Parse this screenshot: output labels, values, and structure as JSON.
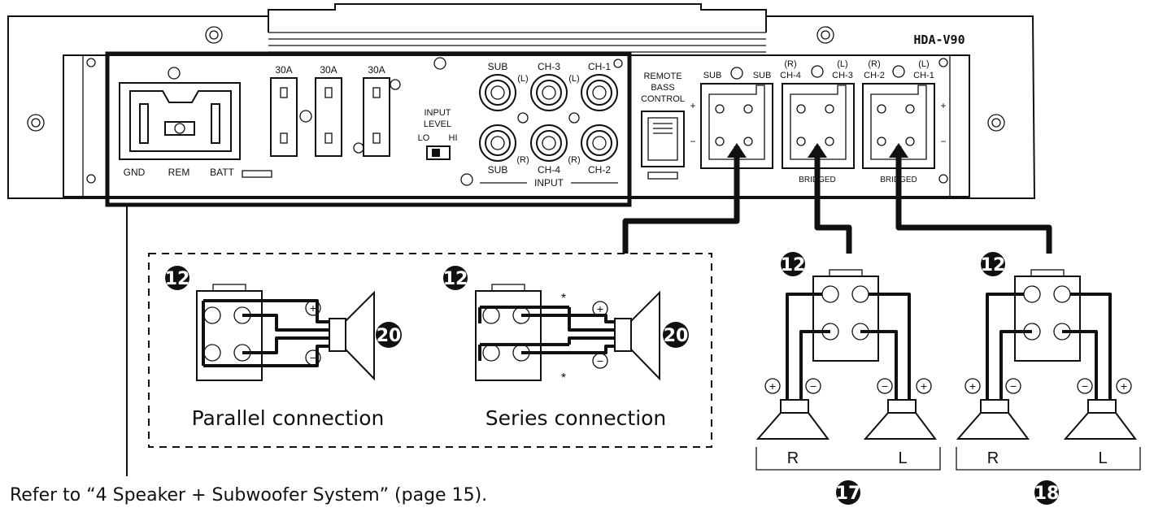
{
  "model": "HDA-V90",
  "power_terminals": {
    "gnd": "GND",
    "rem": "REM",
    "batt": "BATT"
  },
  "fuses": [
    "30A",
    "30A",
    "30A"
  ],
  "input_level": {
    "title_line1": "INPUT",
    "title_line2": "LEVEL",
    "lo": "LO",
    "hi": "HI"
  },
  "rca_inputs": {
    "top": [
      "SUB",
      "CH-3",
      "CH-1"
    ],
    "bottom": [
      "SUB",
      "CH-4",
      "CH-2"
    ],
    "left_marks": [
      "(L)",
      "(L)"
    ],
    "right_marks": [
      "(R)",
      "(R)"
    ],
    "group_label": "INPUT"
  },
  "remote_bass": [
    "REMOTE",
    "BASS",
    "CONTROL"
  ],
  "speaker_outputs": {
    "sub": {
      "left": "SUB",
      "right": "SUB"
    },
    "ch34": {
      "r": "(R)",
      "l": "(L)",
      "left": "CH-4",
      "right": "CH-3"
    },
    "ch12": {
      "r": "(R)",
      "l": "(L)",
      "left": "CH-2",
      "right": "CH-1"
    },
    "bridged": "BRIDGED"
  },
  "callouts": {
    "connector": "12",
    "subwoofer": "20",
    "front": "17",
    "rear": "18"
  },
  "captions": {
    "parallel": "Parallel connection",
    "series": "Series connection"
  },
  "speaker_labels": {
    "r": "R",
    "l": "L"
  },
  "signs": {
    "plus": "+",
    "minus": "−",
    "asterisk": "*"
  },
  "footer": "Refer to “4 Speaker + Subwoofer System” (page 15)."
}
